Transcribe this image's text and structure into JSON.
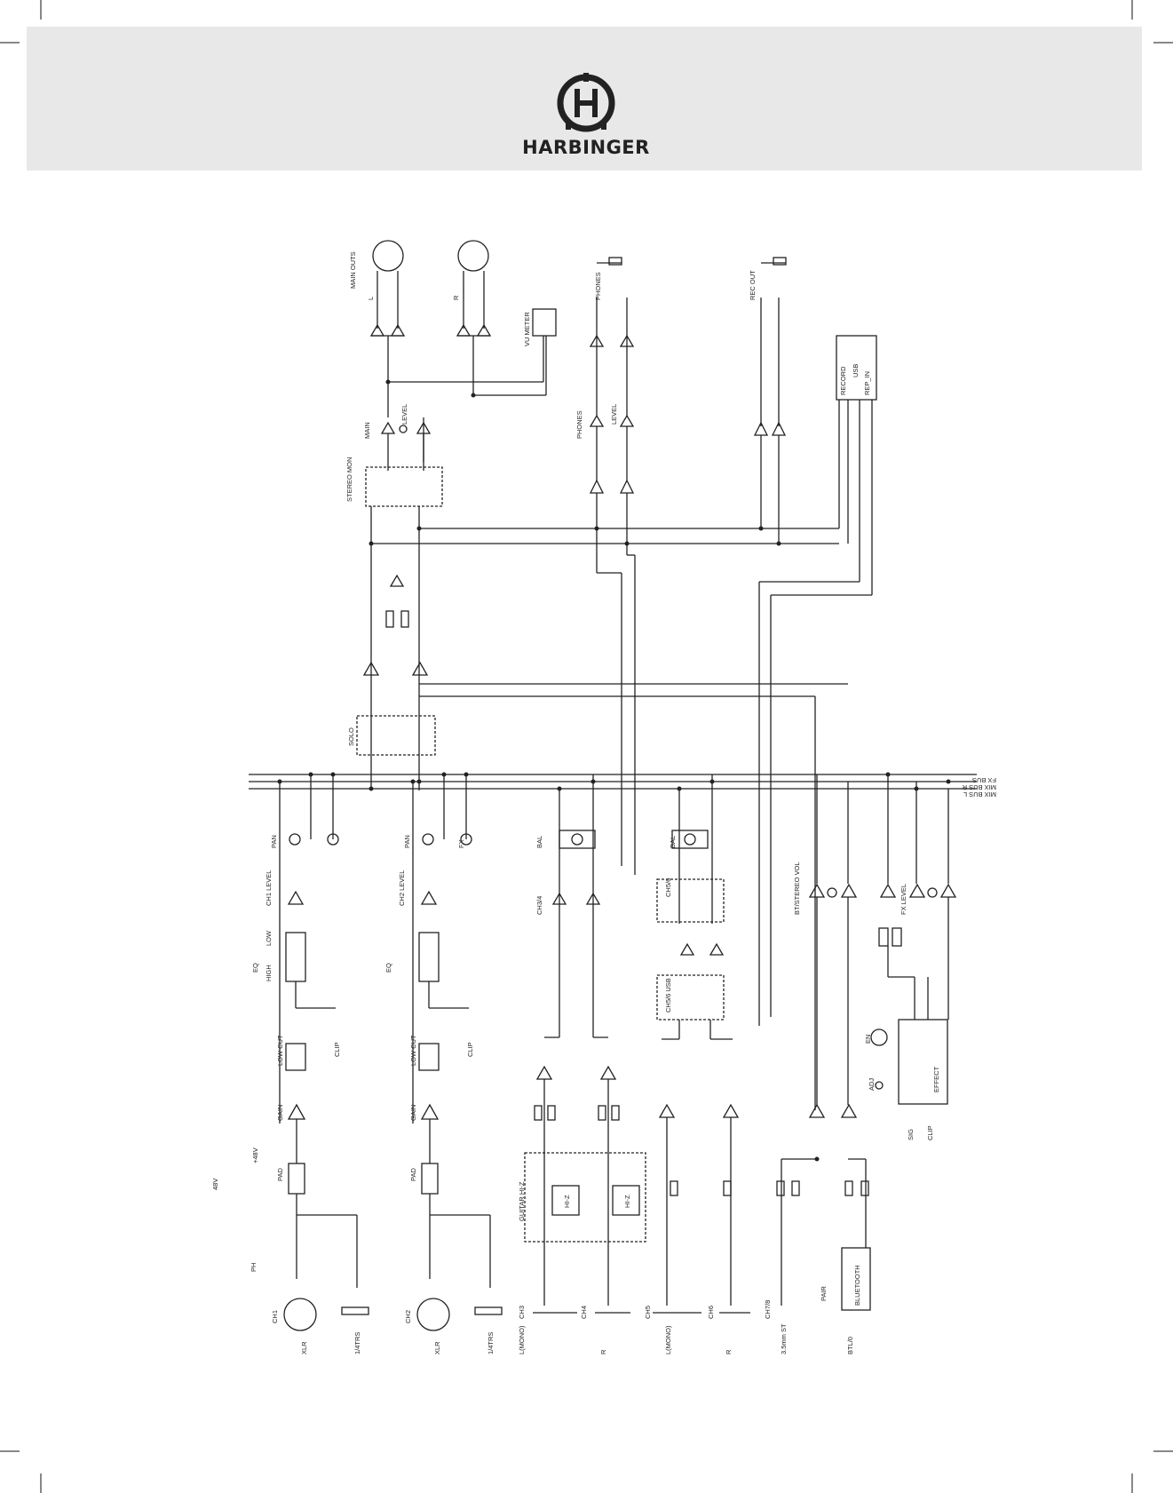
{
  "brand": {
    "name": "HARBINGER"
  },
  "outputs": {
    "main_outs": "MAIN OUTS",
    "left": "L",
    "right": "R",
    "vu_meter": "VU METER",
    "phones": "PHONES",
    "rec_out": "REC OUT",
    "main": "MAIN",
    "level": "LEVEL",
    "stereo_mon": "STEREO MON",
    "solo": "SOLO",
    "record": "RECORD",
    "usb": "USB",
    "rep_in": "REP_IN"
  },
  "buses": {
    "fx_bus": "FX BUS",
    "mix_bus_r": "MIX BUS R",
    "mix_bus_l": "MIX BUS L"
  },
  "mono_channels": [
    {
      "id": "CH1",
      "level": "CH1 LEVEL"
    },
    {
      "id": "CH2",
      "level": "CH2 LEVEL"
    }
  ],
  "channel_labels": {
    "pan": "PAN",
    "fx": "FX",
    "eq": "EQ",
    "high": "HIGH",
    "low": "LOW",
    "low_cut": "LOW CUT",
    "clip": "CLIP",
    "gain": "GAIN",
    "pad": "PAD",
    "ph": "PH",
    "phantom": "48V",
    "plus48": "+48V",
    "xlr": "XLR",
    "trs": "1/4TRS"
  },
  "stereo_channels": {
    "bal": "BAL",
    "ch34": "CH3/4",
    "guitar_hiz": "GUITAR HI-Z",
    "hiz": "HI-Z",
    "ch3": "CH3",
    "ch4": "CH4",
    "l_mono": "L(MONO)",
    "r": "R",
    "ch56": "CH5/6",
    "ch56_usb": "CH5/6 USB",
    "ch5": "CH5",
    "ch6": "CH6",
    "ch78": "CH7/8",
    "st35": "3.5mm ST",
    "btl": "BTL/0",
    "bt_stereo_vol": "BT/STEREO VOL",
    "bluetooth": "BLUETOOTH",
    "pair": "PAIR"
  },
  "effect": {
    "name": "EFFECT",
    "en": "EN",
    "adj": "ADJ",
    "sig": "SIG",
    "clip": "CLIP",
    "fx_level": "FX LEVEL"
  }
}
